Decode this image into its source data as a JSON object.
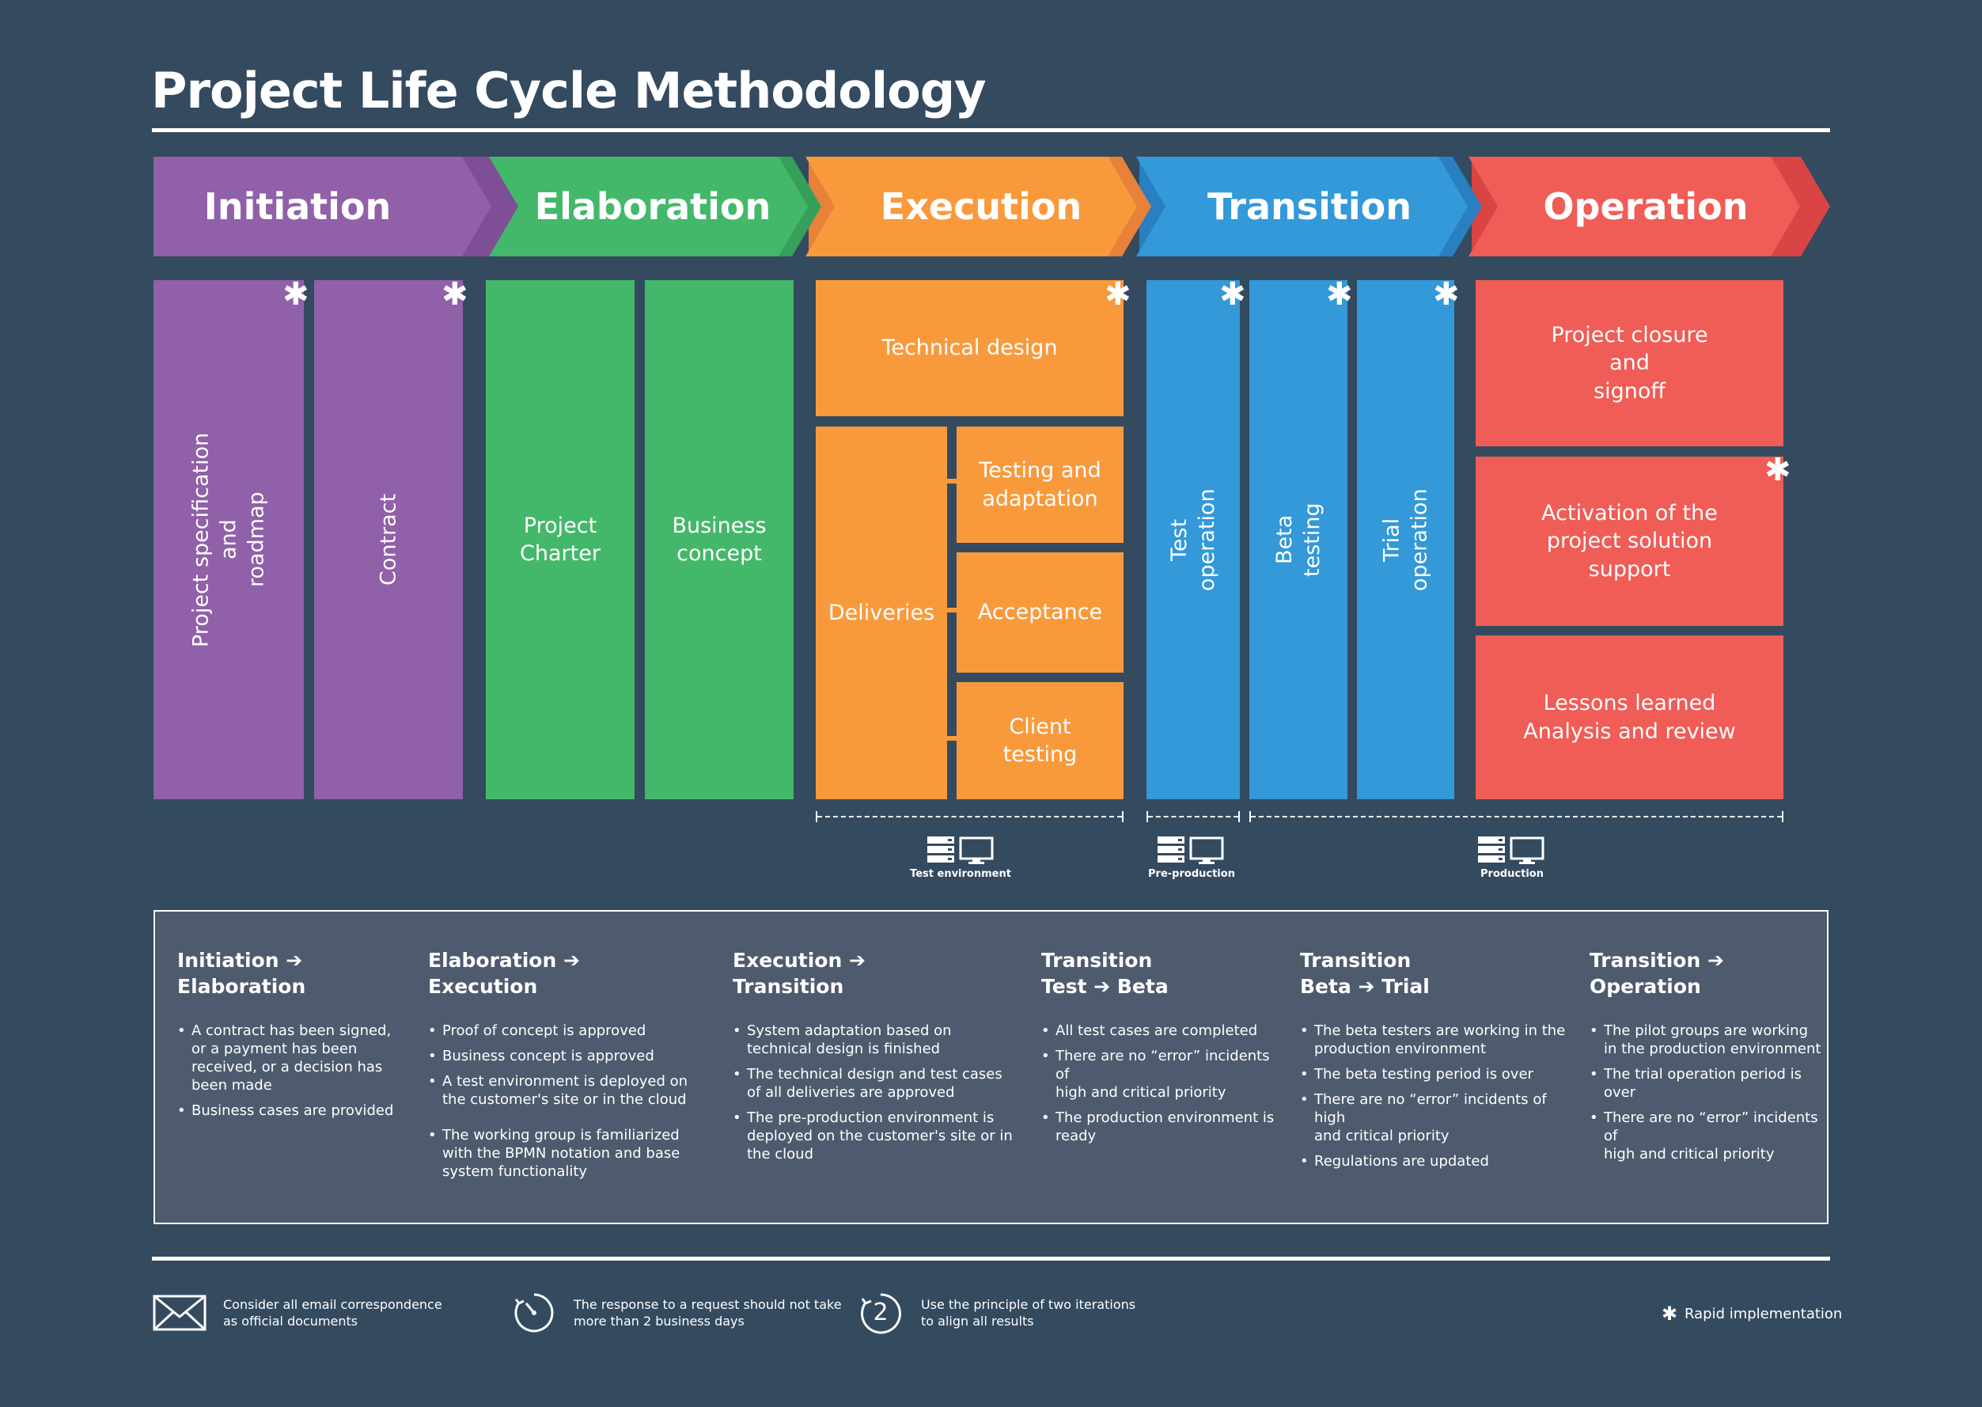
{
  "title": "Project Life Cycle Methodology",
  "phases": [
    {
      "label": "Initiation",
      "color": "#9060a8",
      "dark": "#7e4f96"
    },
    {
      "label": "Elaboration",
      "color": "#44b86a",
      "dark": "#36a05a"
    },
    {
      "label": "Execution",
      "color": "#f89a3c",
      "dark": "#e8813a"
    },
    {
      "label": "Transition",
      "color": "#3399d8",
      "dark": "#2a7fc0"
    },
    {
      "label": "Operation",
      "color": "#f05c56",
      "dark": "#d94444"
    }
  ],
  "boxes": {
    "project_spec": "Project specification\nand\nroadmap",
    "contract": "Contract",
    "project_charter": "Project\nCharter",
    "business_concept": "Business\nconcept",
    "technical_design": "Technical design",
    "deliveries": "Deliveries",
    "testing_adaptation": "Testing and\nadaptation",
    "acceptance": "Acceptance",
    "client_testing": "Client\ntesting",
    "test_operation": "Test\noperation",
    "beta_testing": "Beta\ntesting",
    "trial_operation": "Trial\noperation",
    "project_closure": "Project closure\nand\nsignoff",
    "activation": "Activation of the\nproject solution\nsupport",
    "lessons": "Lessons learned\nAnalysis and review",
    "star": "✱"
  },
  "environments": {
    "test": "Test environment",
    "preprod": "Pre-production",
    "prod": "Production"
  },
  "criteria": [
    {
      "heading": "Initiation ➔\nElaboration",
      "items": [
        "A contract has been signed,\nor a payment has been\nreceived, or a decision has\nbeen made",
        "Business cases are provided"
      ]
    },
    {
      "heading": "Elaboration ➔\nExecution",
      "items": [
        "Proof of concept is approved",
        "Business concept is approved",
        "A test environment is deployed on\nthe customer's site or in the cloud",
        "The working group is familiarized\nwith the BPMN notation and base\nsystem functionality"
      ]
    },
    {
      "heading": "Execution ➔\nTransition",
      "items": [
        "System adaptation based on\ntechnical design is finished",
        "The technical design and test cases\nof all deliveries are approved",
        "The pre-production environment is\ndeployed on the customer's site or in\nthe cloud"
      ]
    },
    {
      "heading": "Transition\nTest ➔ Beta",
      "items": [
        "All test cases are completed",
        "There are no “error” incidents of\nhigh and critical priority",
        "The production environment is\nready"
      ]
    },
    {
      "heading": "Transition\nBeta ➔ Trial",
      "items": [
        "The beta testers are working in the\nproduction environment",
        "The beta testing period is over",
        "There are no “error” incidents of high\nand critical priority",
        "Regulations are updated"
      ]
    },
    {
      "heading": "Transition ➔\nOperation",
      "items": [
        "The pilot groups are working\nin the production environment",
        "The trial operation period is over",
        "There are no “error” incidents of\nhigh and critical priority"
      ]
    }
  ],
  "footer": {
    "email": "Consider all email correspondence\nas official documents",
    "response": "The response to a request should not take\nmore than 2 business days",
    "iterations": "Use the principle of two iterations\nto align all results",
    "iterations_number": "2",
    "rapid_star": "✱",
    "rapid": "Rapid implementation"
  },
  "colors": {
    "background": "#344a5f",
    "panel": "#4e5b6e"
  }
}
